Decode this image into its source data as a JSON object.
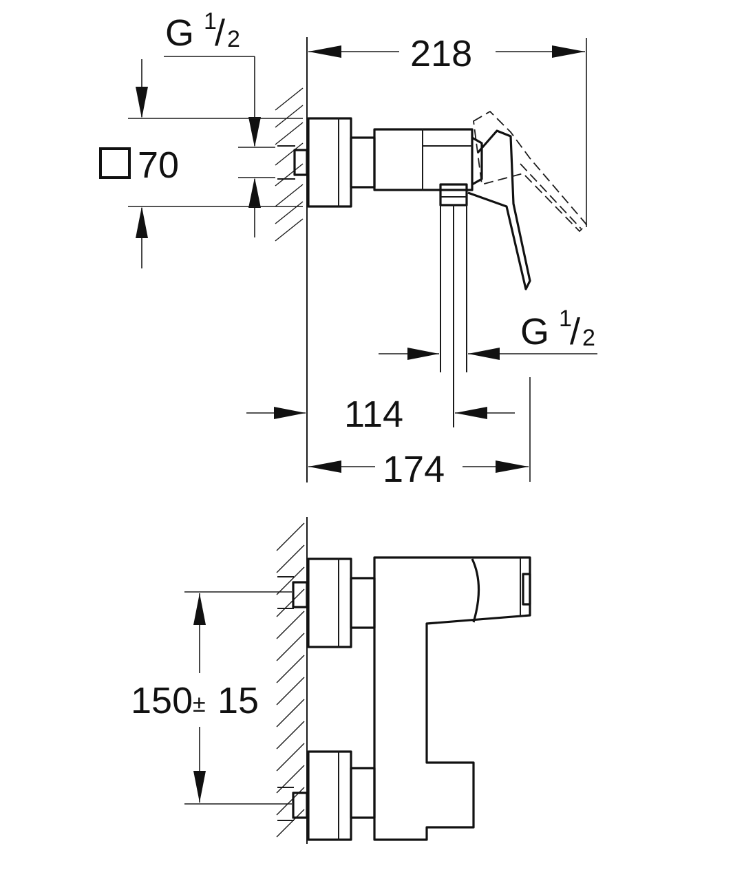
{
  "dimensions": {
    "d218": "218",
    "d174": "174",
    "d114": "114",
    "d70": "70",
    "spacing": "150",
    "tolerance_sign": "±",
    "tolerance": "15"
  },
  "thread_top": {
    "letter": "G",
    "numerator": "1",
    "slash": "/",
    "denominator": "2"
  },
  "thread_outlet": {
    "letter": "G",
    "numerator": "1",
    "slash": "/",
    "denominator": "2"
  },
  "symbols": {
    "square_symbol": "square-icon"
  }
}
